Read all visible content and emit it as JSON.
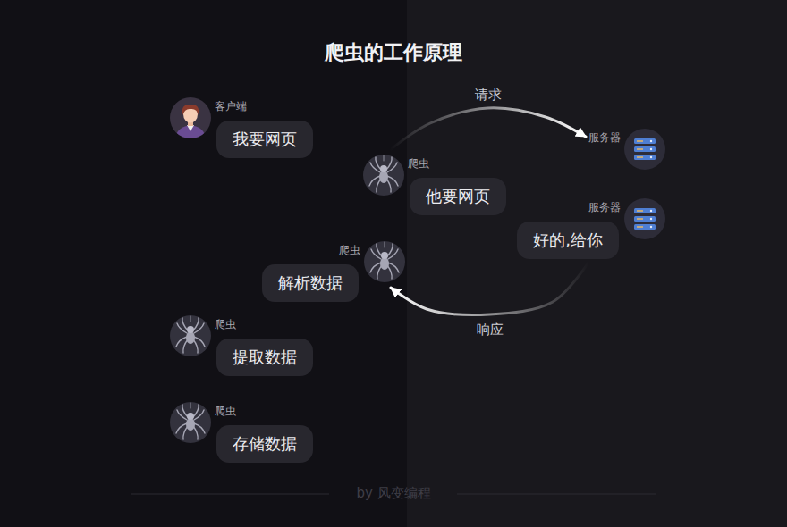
{
  "diagram": {
    "title": "爬虫的工作原理",
    "nodes": [
      {
        "text": [
          "客户端",
          "我要网页"
        ]
      },
      {
        "text": [
          "爬虫",
          "他要网页"
        ]
      },
      {
        "text": [
          "服务器"
        ]
      },
      {
        "text": [
          "服务器",
          "好的,给你"
        ]
      },
      {
        "text": [
          "爬虫",
          "解析数据"
        ]
      },
      {
        "text": [
          "爬虫",
          "提取数据"
        ]
      },
      {
        "text": [
          "爬虫",
          "存储数据"
        ]
      }
    ],
    "edges": [
      {
        "from": 1,
        "to": 2,
        "label": "请求",
        "arrow": "to"
      },
      {
        "from": 3,
        "to": 4,
        "label": "响应",
        "arrow": "to"
      }
    ],
    "labels": [
      "by 风变编程"
    ]
  }
}
